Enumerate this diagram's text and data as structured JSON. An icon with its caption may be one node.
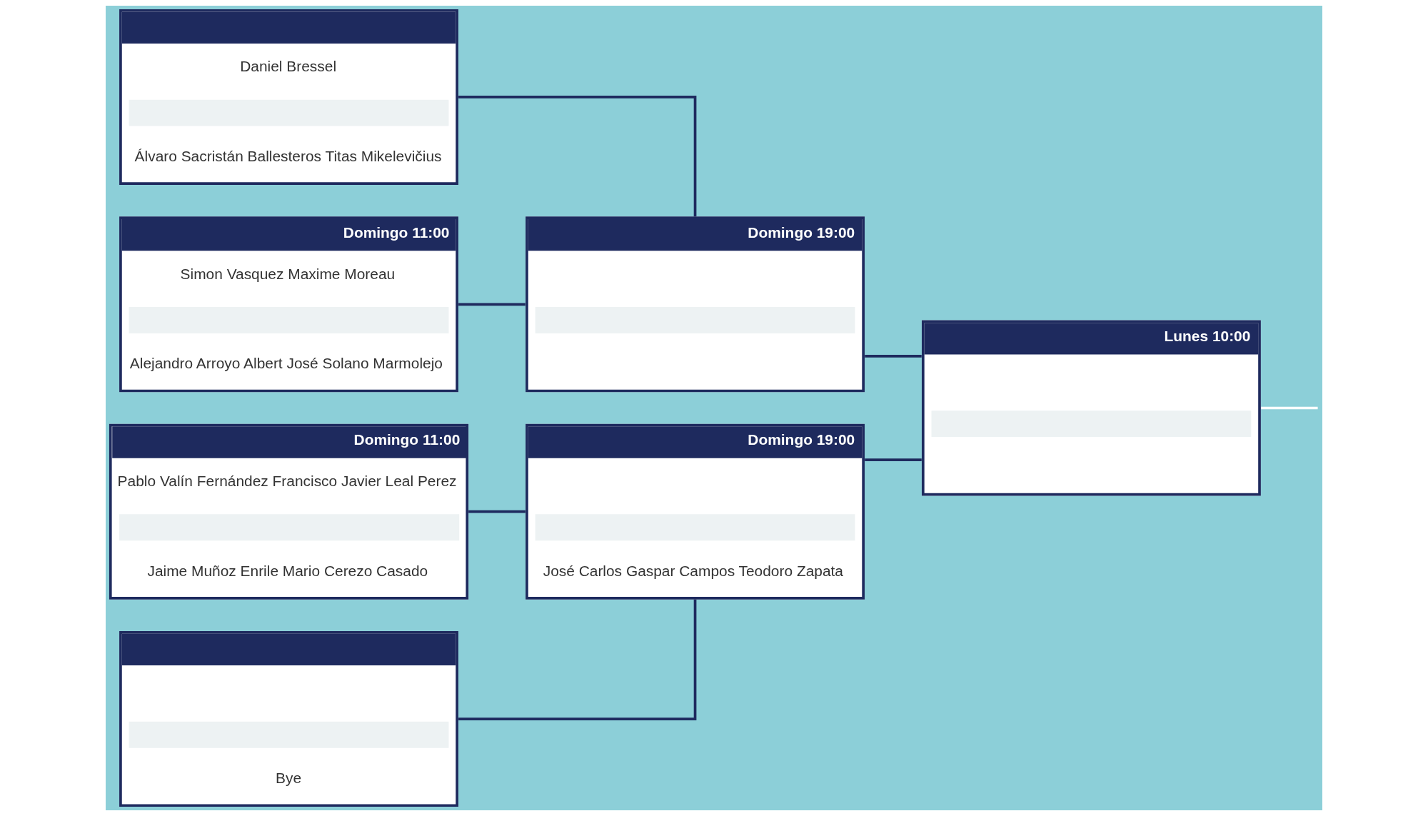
{
  "diagram": {
    "nodes": [
      {
        "text": [
          "Daniel Bressel",
          "Álvaro Sacristán Ballesteros Titas Mikelevičius"
        ]
      },
      {
        "text": [
          "Domingo 11:00",
          "Simon Vasquez Maxime Moreau",
          "Alejandro Arroyo Albert José Solano Marmolejo"
        ]
      },
      {
        "text": [
          "Domingo 11:00",
          "Pablo Valín Fernández Francisco Javier Leal Perez",
          "Jaime Muñoz Enrile Mario Cerezo Casado"
        ]
      },
      {
        "text": [
          "Bye"
        ]
      },
      {
        "text": [
          "Domingo 19:00"
        ]
      },
      {
        "text": [
          "Domingo 19:00",
          "José Carlos Gaspar Campos Teodoro Zapata"
        ]
      },
      {
        "text": [
          "Lunes 10:00"
        ]
      }
    ],
    "edges": [
      {
        "from": 0,
        "to": 4,
        "arrow": "none"
      },
      {
        "from": 1,
        "to": 4,
        "arrow": "none"
      },
      {
        "from": 2,
        "to": 5,
        "arrow": "none"
      },
      {
        "from": 3,
        "to": 5,
        "arrow": "none"
      },
      {
        "from": 4,
        "to": 6,
        "arrow": "none"
      },
      {
        "from": 5,
        "to": 6,
        "arrow": "none"
      },
      {
        "from": 6,
        "to": null,
        "arrow": "none",
        "color": "#ffffff"
      }
    ]
  }
}
